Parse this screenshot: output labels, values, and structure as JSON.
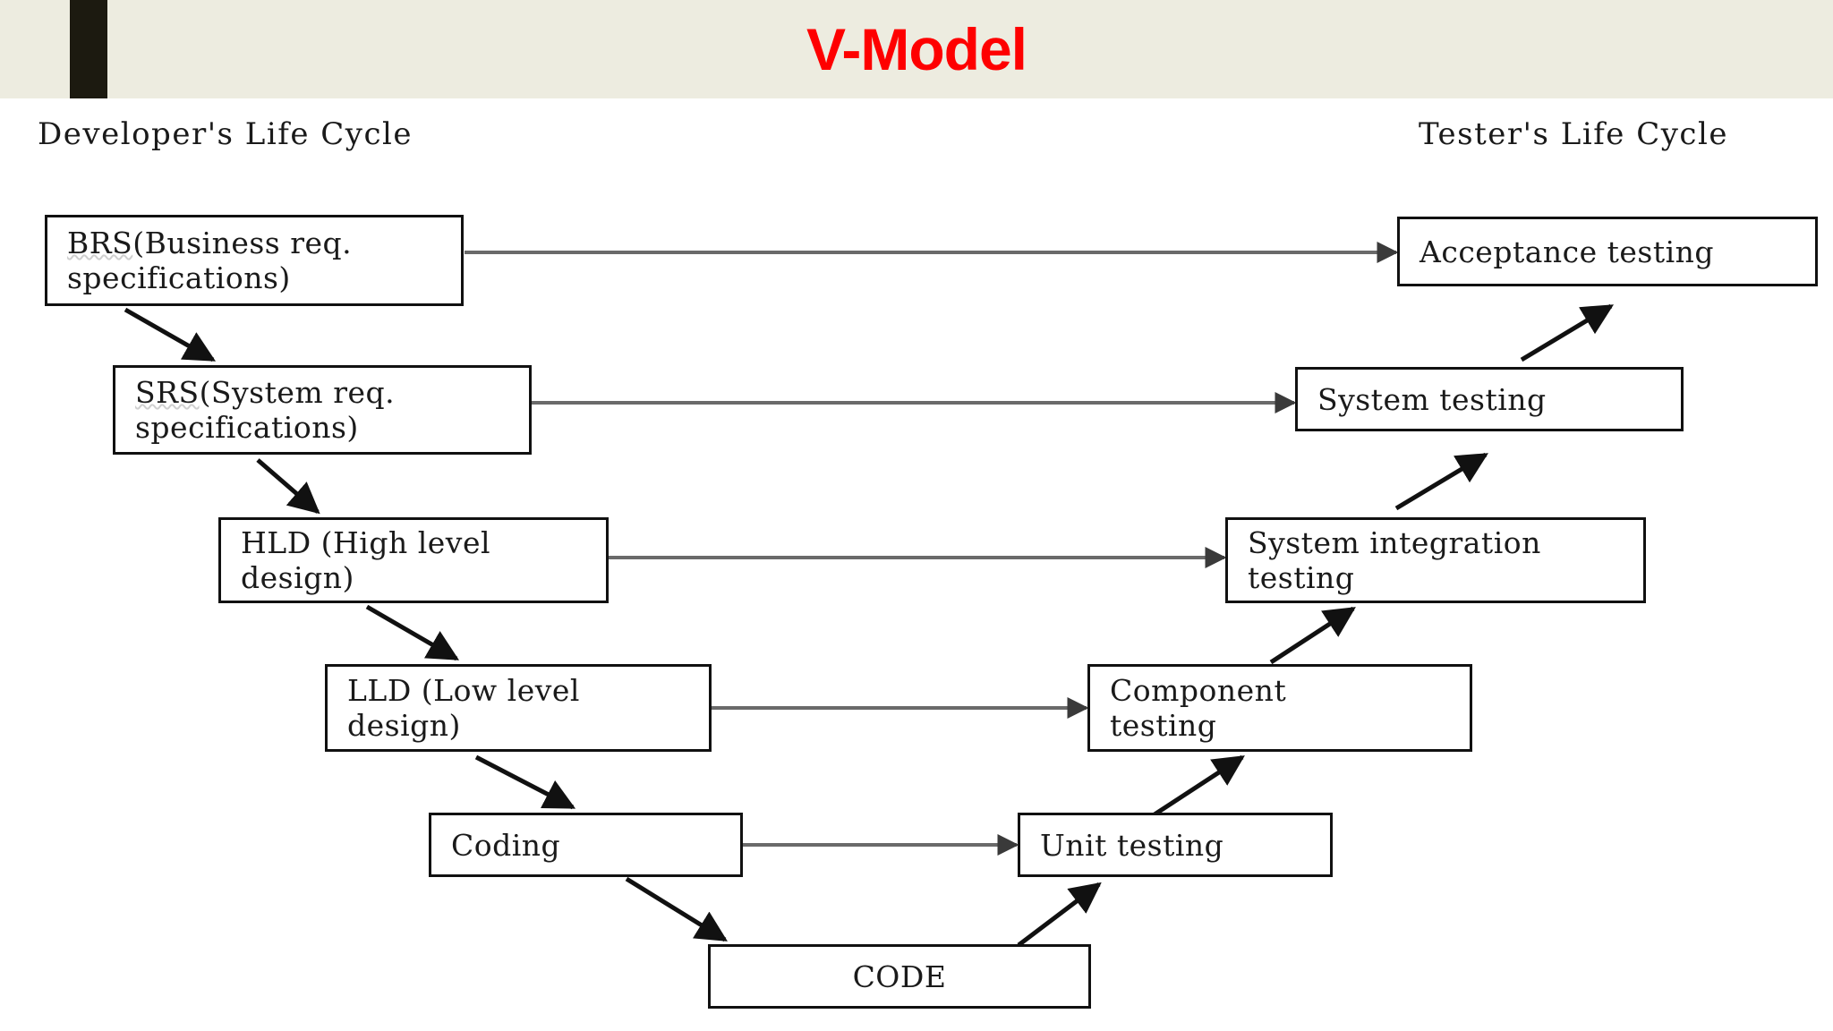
{
  "slide": {
    "title": "V-Model",
    "title_color": "#fe0000",
    "header_background": "#edece0",
    "accent_bar_color": "#1c1a10",
    "canvas_background": "#ffffff"
  },
  "captions": {
    "developer": "Developer's Life Cycle",
    "tester": "Tester's Life Cycle"
  },
  "chart_data": {
    "type": "diagram",
    "title": "V-Model",
    "left_branch_label": "Developer's Life Cycle",
    "right_branch_label": "Tester's Life Cycle",
    "developer_nodes": [
      {
        "id": "brs",
        "lines": [
          "BRS(Business req.",
          "specifications)"
        ],
        "abbr": "BRS",
        "level": 1
      },
      {
        "id": "srs",
        "lines": [
          "SRS(System req.",
          "specifications)"
        ],
        "abbr": "SRS",
        "level": 2
      },
      {
        "id": "hld",
        "lines": [
          "HLD (High level",
          "design)"
        ],
        "abbr": "HLD",
        "level": 3
      },
      {
        "id": "lld",
        "lines": [
          "LLD (Low level",
          "design)"
        ],
        "abbr": "LLD",
        "level": 4
      },
      {
        "id": "coding",
        "lines": [
          "Coding"
        ],
        "abbr": "",
        "level": 5
      }
    ],
    "bottom_node": {
      "id": "code",
      "lines": [
        "CODE"
      ],
      "level": 6
    },
    "tester_nodes": [
      {
        "id": "acceptance",
        "lines": [
          "Acceptance testing"
        ],
        "level": 1
      },
      {
        "id": "system",
        "lines": [
          "System testing"
        ],
        "level": 2
      },
      {
        "id": "system-integration",
        "lines": [
          "System integration",
          "testing"
        ],
        "level": 3
      },
      {
        "id": "component",
        "lines": [
          "Component",
          "testing"
        ],
        "level": 4
      },
      {
        "id": "unit",
        "lines": [
          "Unit testing"
        ],
        "level": 5
      }
    ],
    "horizontal_links": [
      {
        "from": "brs",
        "to": "acceptance",
        "style": "verification"
      },
      {
        "from": "srs",
        "to": "system",
        "style": "verification"
      },
      {
        "from": "hld",
        "to": "system-integration",
        "style": "verification"
      },
      {
        "from": "lld",
        "to": "component",
        "style": "verification"
      },
      {
        "from": "coding",
        "to": "unit",
        "style": "verification"
      }
    ],
    "descending_links": [
      {
        "from": "brs",
        "to": "srs"
      },
      {
        "from": "srs",
        "to": "hld"
      },
      {
        "from": "hld",
        "to": "lld"
      },
      {
        "from": "lld",
        "to": "coding"
      },
      {
        "from": "coding",
        "to": "code"
      }
    ],
    "ascending_links": [
      {
        "from": "code",
        "to": "unit"
      },
      {
        "from": "unit",
        "to": "component"
      },
      {
        "from": "component",
        "to": "system-integration"
      },
      {
        "from": "system-integration",
        "to": "system"
      },
      {
        "from": "system",
        "to": "acceptance"
      }
    ],
    "colors": {
      "box_border": "#111111",
      "box_fill": "#ffffff",
      "cascade_arrow": "#111111",
      "horizontal_arrow": "#6a6a6a"
    }
  },
  "nodes": {
    "brs": {
      "line1": "BRS",
      "line1_rest": "(Business req.",
      "line2": "specifications)"
    },
    "srs": {
      "line1": "SRS",
      "line1_rest": "(System req.",
      "line2": "specifications)"
    },
    "hld": {
      "line1": "HLD (High level",
      "line2": "design)"
    },
    "lld": {
      "line1": "LLD (Low level",
      "line2": "design)"
    },
    "coding": {
      "line1": "Coding"
    },
    "code": {
      "line1": "CODE"
    },
    "acceptance": {
      "line1": "Acceptance testing"
    },
    "system": {
      "line1": "System testing"
    },
    "system_integration": {
      "line1": "System integration",
      "line2": "testing"
    },
    "component": {
      "line1": "Component",
      "line2": "testing"
    },
    "unit": {
      "line1": "Unit testing"
    }
  }
}
